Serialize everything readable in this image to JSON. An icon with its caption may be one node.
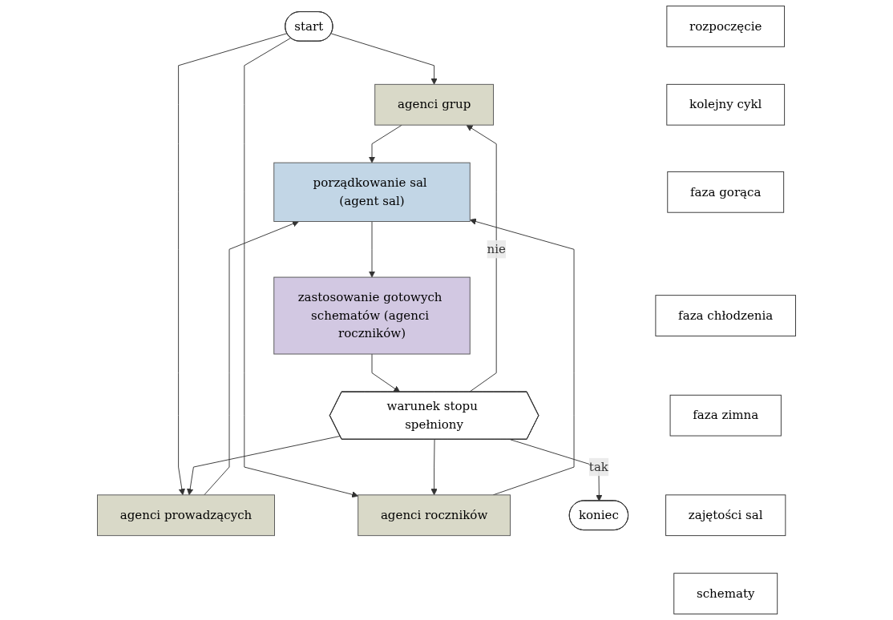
{
  "diagram": {
    "nodes": [
      {
        "text": [
          "start"
        ]
      },
      {
        "text": [
          "agenci grup"
        ]
      },
      {
        "text": [
          "agenci prowadzących"
        ]
      },
      {
        "text": [
          "agenci roczników"
        ]
      },
      {
        "text": [
          "porządkowanie sal (agent sal)"
        ]
      },
      {
        "text": [
          "zastosowanie gotowych schematów (agenci roczników)"
        ]
      },
      {
        "text": [
          "warunek stopu spełniony"
        ]
      },
      {
        "text": [
          "koniec"
        ]
      },
      {
        "text": [
          "rozpoczęcie"
        ]
      },
      {
        "text": [
          "kolejny cykl"
        ]
      },
      {
        "text": [
          "faza gorąca"
        ]
      },
      {
        "text": [
          "faza chłodzenia"
        ]
      },
      {
        "text": [
          "faza zimna"
        ]
      },
      {
        "text": [
          "zajętości sal"
        ]
      },
      {
        "text": [
          "schematy"
        ]
      }
    ],
    "edges": [
      {
        "from": 0,
        "to": 1,
        "arrow": "to"
      },
      {
        "from": 0,
        "to": 2,
        "arrow": "to"
      },
      {
        "from": 0,
        "to": 3,
        "arrow": "to"
      },
      {
        "from": 1,
        "to": 4,
        "arrow": "to"
      },
      {
        "from": 2,
        "to": 4,
        "arrow": "to"
      },
      {
        "from": 3,
        "to": 4,
        "arrow": "to"
      },
      {
        "from": 4,
        "to": 5,
        "arrow": "to"
      },
      {
        "from": 5,
        "to": 6,
        "arrow": "to"
      },
      {
        "from": 6,
        "to": 7,
        "arrow": "to",
        "label": "tak"
      },
      {
        "from": 6,
        "to": 1,
        "arrow": "to",
        "label": "nie"
      },
      {
        "from": 6,
        "to": 2,
        "arrow": "to"
      },
      {
        "from": 6,
        "to": 3,
        "arrow": "to"
      }
    ]
  }
}
